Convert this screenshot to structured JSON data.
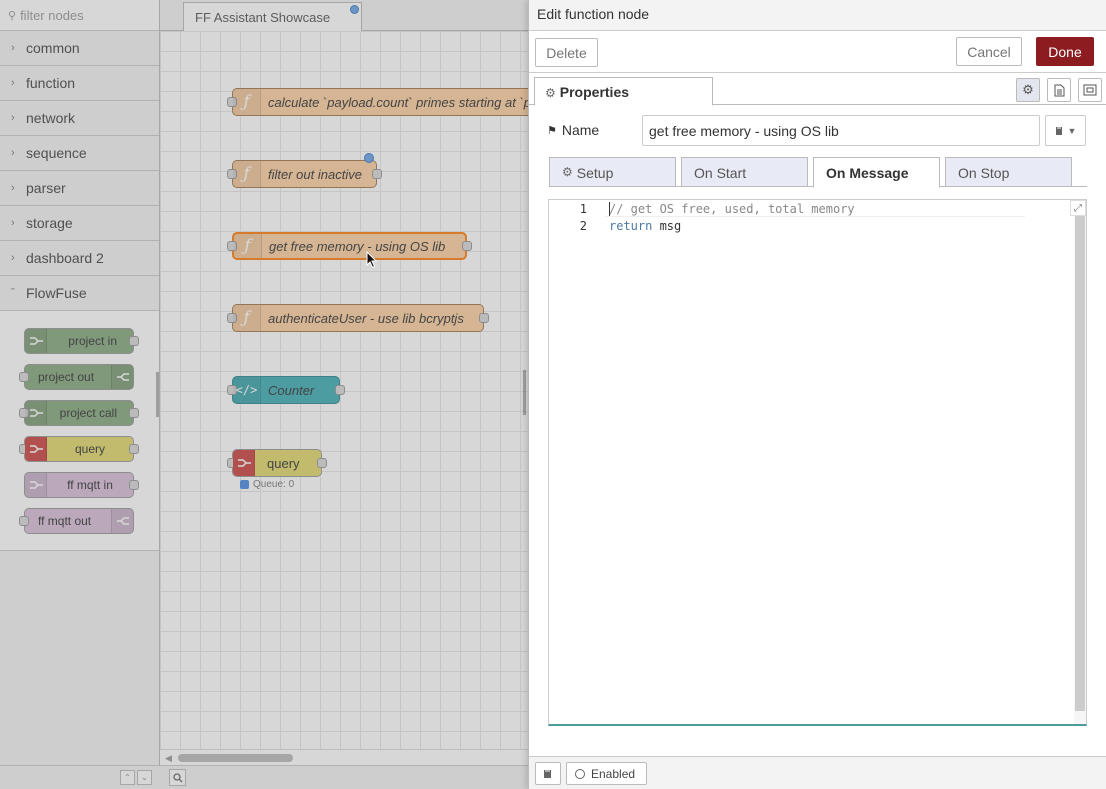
{
  "palette": {
    "search_placeholder": "filter nodes",
    "categories": [
      "common",
      "function",
      "network",
      "sequence",
      "parser",
      "storage",
      "dashboard 2",
      "FlowFuse"
    ],
    "flowfuse_nodes": [
      "project in",
      "project out",
      "project call",
      "query",
      "ff mqtt in",
      "ff mqtt out"
    ],
    "colors": {
      "project": "#87a980",
      "query": "#e2d96e",
      "mqtt": "#d8bfd8"
    }
  },
  "workspace": {
    "tab_label": "FF Assistant Showcase",
    "nodes": [
      "calculate `payload.count` primes starting at `p",
      "filter out inactive",
      "get free memory - using OS lib",
      "authenticateUser - use lib bcryptjs",
      "Counter",
      "query"
    ],
    "query_status": "Queue: 0"
  },
  "tray": {
    "title": "Edit function node",
    "delete_label": "Delete",
    "cancel_label": "Cancel",
    "done_label": "Done",
    "properties_tab": "Properties",
    "name_label": "Name",
    "name_value": "get free memory - using OS lib",
    "function_tabs": [
      "Setup",
      "On Start",
      "On Message",
      "On Stop"
    ],
    "active_tab": "On Message",
    "code_lines": [
      {
        "num": "1",
        "text": "// get OS free, used, total memory"
      },
      {
        "num": "2",
        "keyword": "return",
        "ident": " msg"
      }
    ],
    "enabled_label": "Enabled",
    "accent_color": "#8c1c20"
  }
}
